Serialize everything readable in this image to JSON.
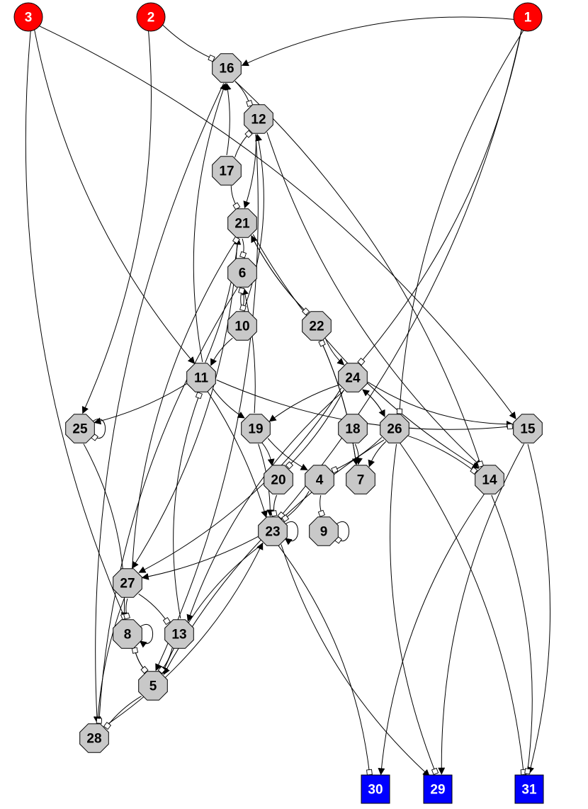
{
  "colors": {
    "input_fill": "#ff0000",
    "input_text": "#ffffff",
    "internal_fill": "#c8c8c8",
    "internal_text": "#000000",
    "output_fill": "#0000ff",
    "output_text": "#ffffff",
    "edge": "#000000"
  },
  "nodes": [
    {
      "id": "1",
      "label": "1",
      "kind": "input"
    },
    {
      "id": "2",
      "label": "2",
      "kind": "input"
    },
    {
      "id": "3",
      "label": "3",
      "kind": "input"
    },
    {
      "id": "4",
      "label": "4",
      "kind": "internal"
    },
    {
      "id": "5",
      "label": "5",
      "kind": "internal"
    },
    {
      "id": "6",
      "label": "6",
      "kind": "internal"
    },
    {
      "id": "7",
      "label": "7",
      "kind": "internal"
    },
    {
      "id": "8",
      "label": "8",
      "kind": "internal"
    },
    {
      "id": "9",
      "label": "9",
      "kind": "internal"
    },
    {
      "id": "10",
      "label": "10",
      "kind": "internal"
    },
    {
      "id": "11",
      "label": "11",
      "kind": "internal"
    },
    {
      "id": "12",
      "label": "12",
      "kind": "internal"
    },
    {
      "id": "13",
      "label": "13",
      "kind": "internal"
    },
    {
      "id": "14",
      "label": "14",
      "kind": "internal"
    },
    {
      "id": "15",
      "label": "15",
      "kind": "internal"
    },
    {
      "id": "16",
      "label": "16",
      "kind": "internal"
    },
    {
      "id": "17",
      "label": "17",
      "kind": "internal"
    },
    {
      "id": "18",
      "label": "18",
      "kind": "internal"
    },
    {
      "id": "19",
      "label": "19",
      "kind": "internal"
    },
    {
      "id": "20",
      "label": "20",
      "kind": "internal"
    },
    {
      "id": "21",
      "label": "21",
      "kind": "internal"
    },
    {
      "id": "22",
      "label": "22",
      "kind": "internal"
    },
    {
      "id": "23",
      "label": "23",
      "kind": "internal"
    },
    {
      "id": "24",
      "label": "24",
      "kind": "internal"
    },
    {
      "id": "25",
      "label": "25",
      "kind": "internal"
    },
    {
      "id": "26",
      "label": "26",
      "kind": "internal"
    },
    {
      "id": "27",
      "label": "27",
      "kind": "internal"
    },
    {
      "id": "28",
      "label": "28",
      "kind": "internal"
    },
    {
      "id": "29",
      "label": "29",
      "kind": "output"
    },
    {
      "id": "30",
      "label": "30",
      "kind": "output"
    },
    {
      "id": "31",
      "label": "31",
      "kind": "output"
    }
  ],
  "edges": [
    {
      "from": "1",
      "to": "16",
      "type": "activation"
    },
    {
      "from": "1",
      "to": "24",
      "type": "inhibition"
    },
    {
      "from": "1",
      "to": "26",
      "type": "inhibition"
    },
    {
      "from": "1",
      "to": "23",
      "type": "inhibition"
    },
    {
      "from": "2",
      "to": "16",
      "type": "inhibition"
    },
    {
      "from": "2",
      "to": "25",
      "type": "activation"
    },
    {
      "from": "3",
      "to": "11",
      "type": "activation"
    },
    {
      "from": "3",
      "to": "15",
      "type": "activation"
    },
    {
      "from": "3",
      "to": "8",
      "type": "inhibition"
    },
    {
      "from": "16",
      "to": "12",
      "type": "inhibition"
    },
    {
      "from": "16",
      "to": "28",
      "type": "activation"
    },
    {
      "from": "16",
      "to": "14",
      "type": "inhibition"
    },
    {
      "from": "17",
      "to": "16",
      "type": "activation"
    },
    {
      "from": "17",
      "to": "12",
      "type": "inhibition"
    },
    {
      "from": "17",
      "to": "21",
      "type": "inhibition"
    },
    {
      "from": "12",
      "to": "21",
      "type": "activation"
    },
    {
      "from": "12",
      "to": "14",
      "type": "activation"
    },
    {
      "from": "12",
      "to": "5",
      "type": "activation"
    },
    {
      "from": "10",
      "to": "12",
      "type": "activation"
    },
    {
      "from": "10",
      "to": "6",
      "type": "inhibition"
    },
    {
      "from": "10",
      "to": "11",
      "type": "activation"
    },
    {
      "from": "21",
      "to": "6",
      "type": "inhibition"
    },
    {
      "from": "21",
      "to": "22",
      "type": "inhibition"
    },
    {
      "from": "21",
      "to": "27",
      "type": "activation"
    },
    {
      "from": "21",
      "to": "14",
      "type": "activation"
    },
    {
      "from": "6",
      "to": "10",
      "type": "inhibition"
    },
    {
      "from": "6",
      "to": "28",
      "type": "inhibition"
    },
    {
      "from": "22",
      "to": "21",
      "type": "activation"
    },
    {
      "from": "22",
      "to": "24",
      "type": "activation"
    },
    {
      "from": "22",
      "to": "7",
      "type": "activation"
    },
    {
      "from": "7",
      "to": "22",
      "type": "inhibition"
    },
    {
      "from": "11",
      "to": "16",
      "type": "activation"
    },
    {
      "from": "11",
      "to": "21",
      "type": "activation"
    },
    {
      "from": "11",
      "to": "25",
      "type": "activation"
    },
    {
      "from": "11",
      "to": "19",
      "type": "activation"
    },
    {
      "from": "11",
      "to": "23",
      "type": "activation"
    },
    {
      "from": "11",
      "to": "15",
      "type": "inhibition"
    },
    {
      "from": "13",
      "to": "11",
      "type": "inhibition"
    },
    {
      "from": "24",
      "to": "19",
      "type": "activation"
    },
    {
      "from": "24",
      "to": "26",
      "type": "activation"
    },
    {
      "from": "24",
      "to": "15",
      "type": "activation"
    },
    {
      "from": "24",
      "to": "27",
      "type": "activation"
    },
    {
      "from": "24",
      "to": "13",
      "type": "activation"
    },
    {
      "from": "24",
      "to": "20",
      "type": "inhibition"
    },
    {
      "from": "26",
      "to": "24",
      "type": "activation"
    },
    {
      "from": "26",
      "to": "4",
      "type": "inhibition"
    },
    {
      "from": "26",
      "to": "7",
      "type": "activation"
    },
    {
      "from": "26",
      "to": "14",
      "type": "inhibition"
    },
    {
      "from": "26",
      "to": "29",
      "type": "inhibition"
    },
    {
      "from": "26",
      "to": "31",
      "type": "inhibition"
    },
    {
      "from": "26",
      "to": "5",
      "type": "activation"
    },
    {
      "from": "18",
      "to": "7",
      "type": "activation"
    },
    {
      "from": "25",
      "to": "25",
      "type": "inhibition"
    },
    {
      "from": "25",
      "to": "8",
      "type": "activation"
    },
    {
      "from": "19",
      "to": "6",
      "type": "activation"
    },
    {
      "from": "19",
      "to": "20",
      "type": "activation"
    },
    {
      "from": "19",
      "to": "4",
      "type": "activation"
    },
    {
      "from": "19",
      "to": "23",
      "type": "activation"
    },
    {
      "from": "15",
      "to": "29",
      "type": "activation"
    },
    {
      "from": "15",
      "to": "31",
      "type": "activation"
    },
    {
      "from": "20",
      "to": "23",
      "type": "inhibition"
    },
    {
      "from": "4",
      "to": "23",
      "type": "inhibition"
    },
    {
      "from": "4",
      "to": "9",
      "type": "inhibition"
    },
    {
      "from": "9",
      "to": "9",
      "type": "inhibition"
    },
    {
      "from": "14",
      "to": "30",
      "type": "activation"
    },
    {
      "from": "14",
      "to": "31",
      "type": "inhibition"
    },
    {
      "from": "23",
      "to": "23",
      "type": "activation"
    },
    {
      "from": "23",
      "to": "27",
      "type": "activation"
    },
    {
      "from": "23",
      "to": "5",
      "type": "activation"
    },
    {
      "from": "23",
      "to": "30",
      "type": "inhibition"
    },
    {
      "from": "23",
      "to": "29",
      "type": "activation"
    },
    {
      "from": "27",
      "to": "21",
      "type": "inhibition"
    },
    {
      "from": "27",
      "to": "8",
      "type": "inhibition"
    },
    {
      "from": "27",
      "to": "13",
      "type": "inhibition"
    },
    {
      "from": "27",
      "to": "28",
      "type": "activation"
    },
    {
      "from": "8",
      "to": "8",
      "type": "activation"
    },
    {
      "from": "8",
      "to": "5",
      "type": "inhibition"
    },
    {
      "from": "5",
      "to": "8",
      "type": "inhibition"
    },
    {
      "from": "5",
      "to": "28",
      "type": "inhibition"
    },
    {
      "from": "13",
      "to": "5",
      "type": "inhibition"
    },
    {
      "from": "28",
      "to": "23",
      "type": "activation"
    }
  ]
}
